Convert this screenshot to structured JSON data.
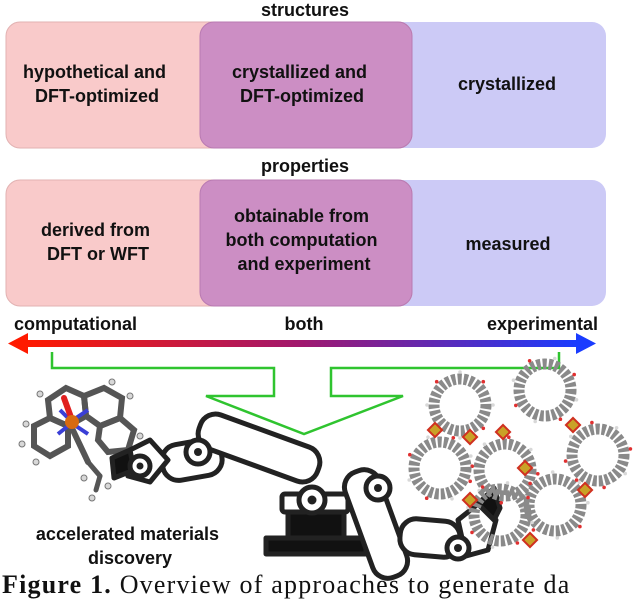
{
  "structures": {
    "heading": "structures",
    "left": [
      "hypothetical and",
      "DFT-optimized"
    ],
    "middle": [
      "crystallized and",
      "DFT-optimized"
    ],
    "right": [
      "crystallized"
    ]
  },
  "properties": {
    "heading": "properties",
    "left": [
      "derived from",
      "DFT or WFT"
    ],
    "middle": [
      "obtainable from",
      "both computation",
      "and experiment"
    ],
    "right": [
      "measured"
    ]
  },
  "axis": {
    "left_label": "computational",
    "middle_label": "both",
    "right_label": "experimental"
  },
  "robot_caption": [
    "accelerated materials",
    "discovery"
  ],
  "caption": {
    "label": "Figure 1.",
    "text": "Overview of approaches to generate da"
  },
  "colors": {
    "computational": "#f9caca",
    "both": "#cc8ec4",
    "experimental": "#cccaf6",
    "funnel": "#2fc42f",
    "arrow_start": "#ff1a00",
    "arrow_mid": "#a0186e",
    "arrow_end": "#1a3cff"
  }
}
